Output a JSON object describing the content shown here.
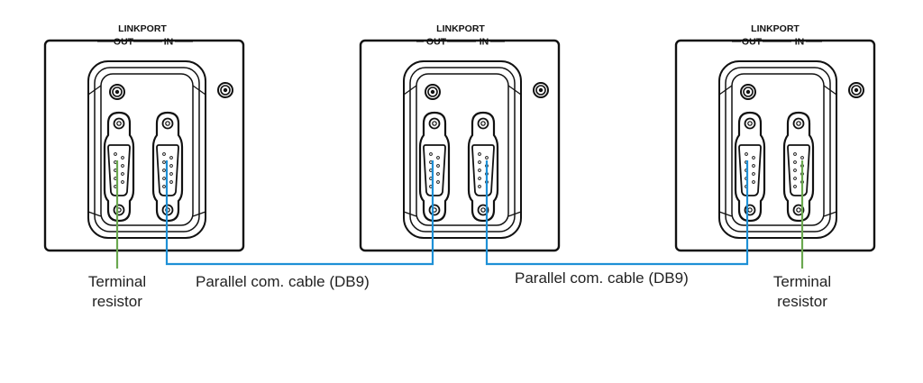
{
  "panels": [
    {
      "title": "LINKPORT",
      "out_label": "OUT",
      "in_label": "IN"
    },
    {
      "title": "LINKPORT",
      "out_label": "OUT",
      "in_label": "IN"
    },
    {
      "title": "LINKPORT",
      "out_label": "OUT",
      "in_label": "IN"
    }
  ],
  "labels": {
    "terminal_left_line1": "Terminal",
    "terminal_left_line2": "resistor",
    "cable_1": "Parallel com. cable (DB9)",
    "cable_2": "Parallel com. cable (DB9)",
    "terminal_right_line1": "Terminal",
    "terminal_right_line2": "resistor"
  },
  "colors": {
    "outline": "#111111",
    "cable": "#1e90d6",
    "resistor": "#6aa84f"
  }
}
